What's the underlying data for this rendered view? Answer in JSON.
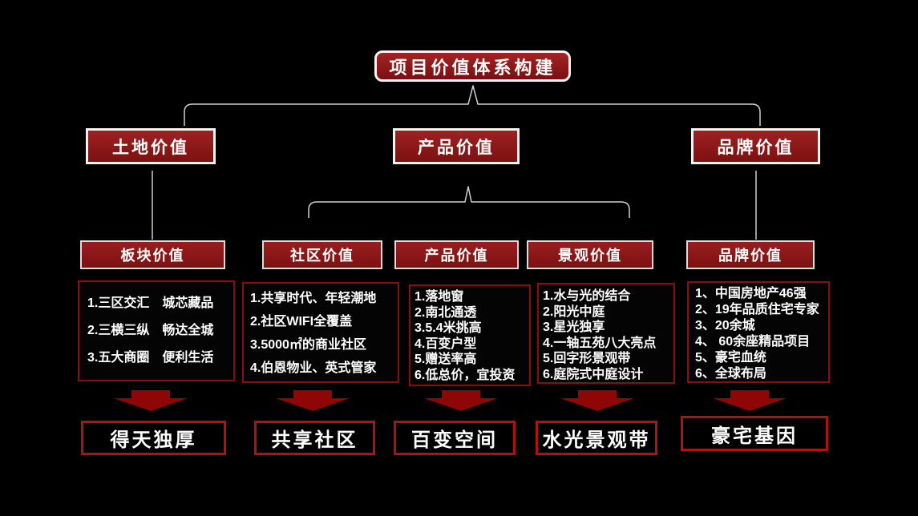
{
  "title": "项目价值体系构建",
  "branches": [
    {
      "label": "土地价值"
    },
    {
      "label": "产品价值"
    },
    {
      "label": "品牌价值"
    }
  ],
  "columns": [
    {
      "header": "板块价值",
      "items": [
        "1.三区交汇　城芯藏品",
        "2.三横三纵　畅达全城",
        "3.五大商圈　便利生活"
      ],
      "result": "得天独厚"
    },
    {
      "header": "社区价值",
      "items": [
        "1.共享时代、年轻潮地",
        "2.社区WIFI全覆盖",
        "3.5000㎡的商业社区",
        "4.伯恩物业、英式管家"
      ],
      "result": "共享社区"
    },
    {
      "header": "产品价值",
      "items": [
        "1.落地窗",
        "2.南北通透",
        "3.5.4米挑高",
        "4.百变户型",
        "5.赠送率高",
        "6.低总价，宜投资"
      ],
      "result": "百变空间"
    },
    {
      "header": "景观价值",
      "items": [
        "1.水与光的结合",
        "2.阳光中庭",
        "3.星光独享",
        "4.一轴五苑八大亮点",
        "5.回字形景观带",
        "6.庭院式中庭设计"
      ],
      "result": "水光景观带"
    },
    {
      "header": "品牌价值",
      "items": [
        "1、中国房地产46强",
        "2、19年品质住宅专家",
        "3、20余城",
        "4、 60余座精品项目",
        "5、豪宅血统",
        "6、全球布局"
      ],
      "result": "豪宅基因"
    }
  ],
  "colors": {
    "background": "#000000",
    "box_fill": "#8f1a1a",
    "box_border_white": "#f2f2f2",
    "detail_border": "#8b0d0d",
    "result_border": "#b11111",
    "arrow": "#8e0606",
    "connector": "#cfcfcf",
    "text": "#ffffff"
  }
}
